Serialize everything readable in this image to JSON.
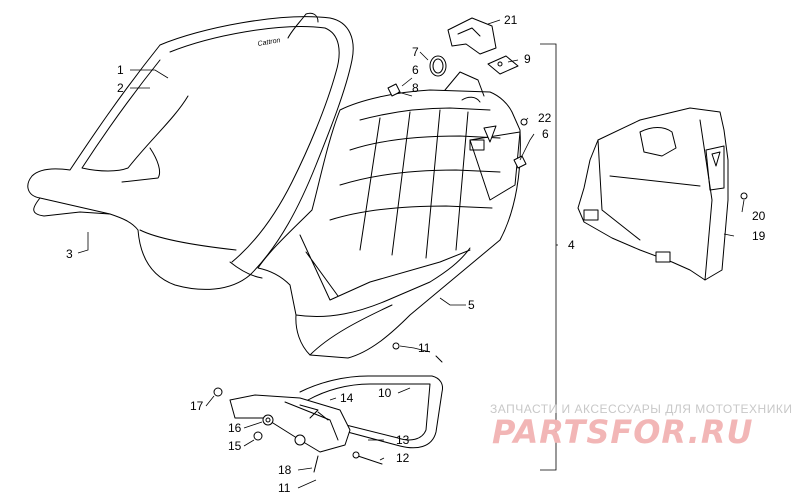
{
  "callouts": [
    {
      "id": "c1",
      "text": "1"
    },
    {
      "id": "c2",
      "text": "2"
    },
    {
      "id": "c3",
      "text": "3"
    },
    {
      "id": "c4",
      "text": "4"
    },
    {
      "id": "c5",
      "text": "5"
    },
    {
      "id": "c6a",
      "text": "6"
    },
    {
      "id": "c6b",
      "text": "6"
    },
    {
      "id": "c7",
      "text": "7"
    },
    {
      "id": "c8",
      "text": "8"
    },
    {
      "id": "c9",
      "text": "9"
    },
    {
      "id": "c10",
      "text": "10"
    },
    {
      "id": "c11a",
      "text": "11"
    },
    {
      "id": "c11b",
      "text": "11"
    },
    {
      "id": "c12",
      "text": "12"
    },
    {
      "id": "c13",
      "text": "13"
    },
    {
      "id": "c14",
      "text": "14"
    },
    {
      "id": "c15",
      "text": "15"
    },
    {
      "id": "c16",
      "text": "16"
    },
    {
      "id": "c17",
      "text": "17"
    },
    {
      "id": "c18",
      "text": "18"
    },
    {
      "id": "c19",
      "text": "19"
    },
    {
      "id": "c20",
      "text": "20"
    },
    {
      "id": "c21",
      "text": "21"
    },
    {
      "id": "c22",
      "text": "22"
    }
  ],
  "seat_logo_text": "Cattron",
  "watermark": {
    "subtitle": "ЗАПЧАСТИ И АКСЕССУАРЫ ДЛЯ МОТОТЕХНИКИ",
    "brand": "PARTSFOR.RU"
  },
  "colors": {
    "line": "#000000",
    "watermark_main": "#f2b6b6",
    "watermark_sub": "#c8c8c8"
  }
}
